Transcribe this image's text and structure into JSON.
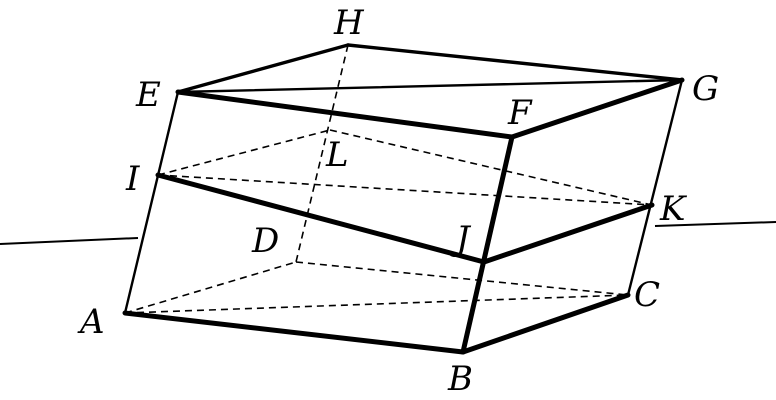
{
  "labels": {
    "A": "A",
    "B": "B",
    "C": "C",
    "D": "D",
    "E": "E",
    "F": "F",
    "G": "G",
    "H": "H",
    "I": "I",
    "J": "J",
    "K": "K",
    "L": "L"
  },
  "colors": {
    "line": "#000000",
    "background": "#ffffff"
  }
}
